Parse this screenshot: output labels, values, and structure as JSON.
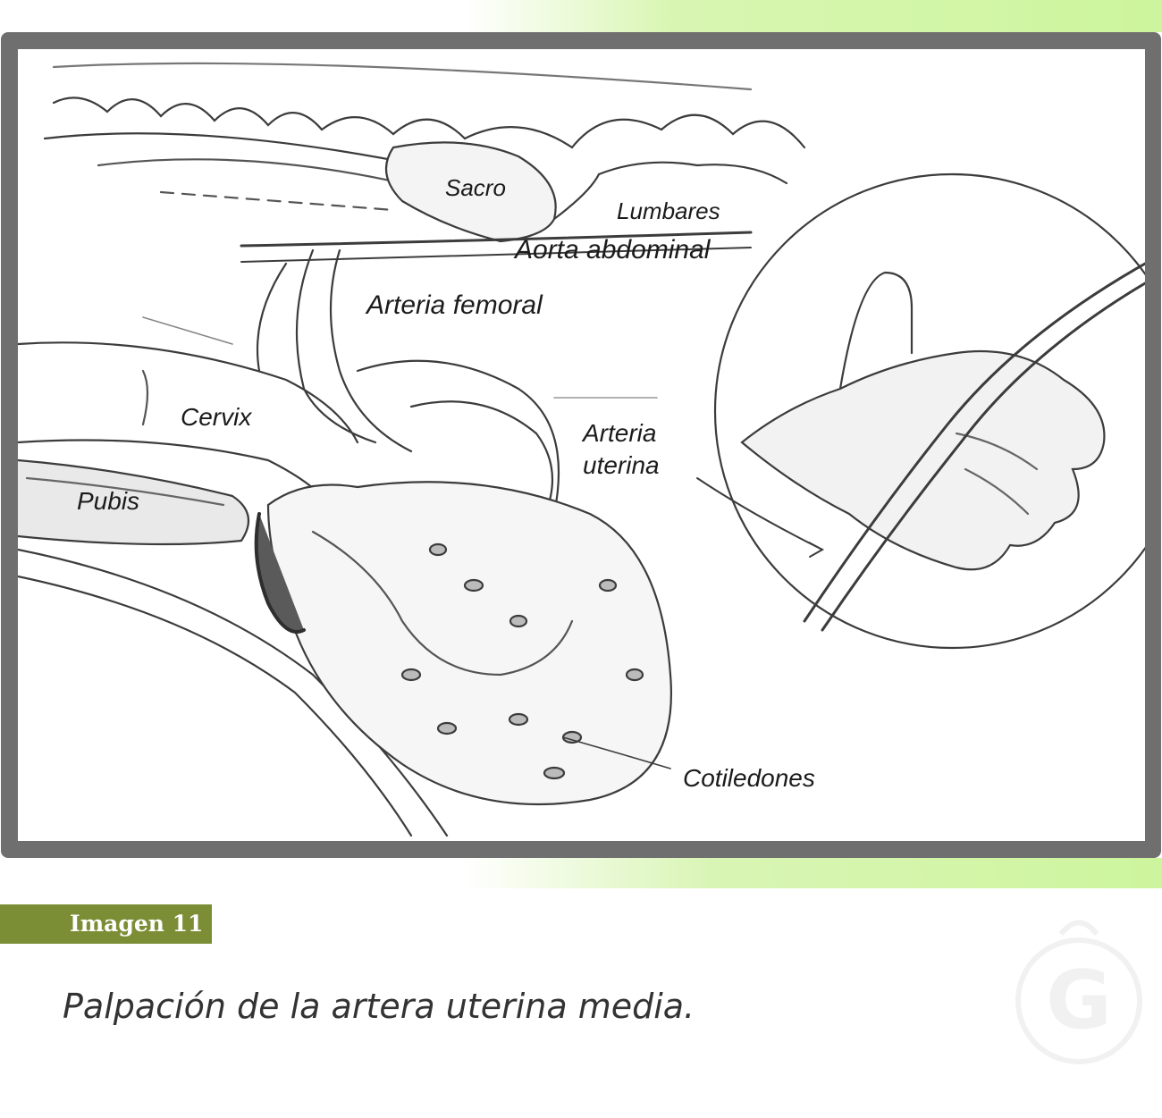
{
  "figure": {
    "labels": {
      "sacro": "Sacro",
      "lumbares": "Lumbares",
      "aorta": "Aorta abdominal",
      "femoral": "Arteria femoral",
      "cervix": "Cervix",
      "uterina_1": "Arteria",
      "uterina_2": "uterina",
      "pubis": "Pubis",
      "cotiledones": "Cotiledones"
    }
  },
  "caption": {
    "badge": "Imagen 11",
    "text": "Palpación de la artera uterina media."
  },
  "colors": {
    "frame": "#6f6f6f",
    "badge": "#7b8e36",
    "accent_green": "#cdf59d",
    "caption_text": "#333333"
  },
  "icons": {
    "watermark": "g-logo-icon"
  }
}
